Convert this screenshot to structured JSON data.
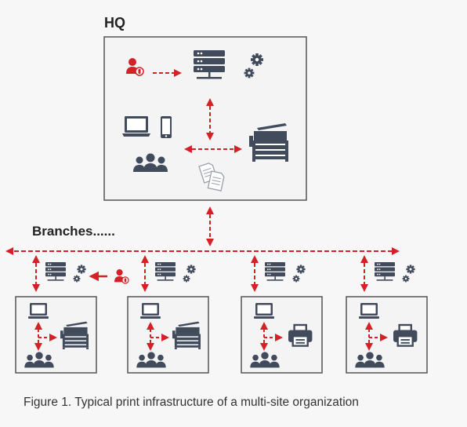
{
  "hq": {
    "title": "HQ",
    "nodes": [
      "user-badge-icon",
      "print-server-icon",
      "gear-icon",
      "laptop-icon",
      "phone-icon",
      "users-group-icon",
      "multifunction-printer-icon",
      "documents-icon"
    ]
  },
  "branches": {
    "title": "Branches......",
    "sites": [
      {
        "server": "print-server-icon",
        "device": "multifunction-printer-icon",
        "remote_user": true
      },
      {
        "server": "print-server-icon",
        "device": "multifunction-printer-icon",
        "remote_user": false
      },
      {
        "server": "print-server-icon",
        "device": "desktop-printer-icon",
        "remote_user": false
      },
      {
        "server": "print-server-icon",
        "device": "desktop-printer-icon",
        "remote_user": false
      }
    ]
  },
  "caption": "Figure 1. Typical print infrastructure of a multi-site organization",
  "colors": {
    "icon": "#414b5c",
    "accent": "#d42027",
    "box_border": "#555555",
    "box_fill": "#f4f4f4",
    "background": "#f7f7f7"
  }
}
